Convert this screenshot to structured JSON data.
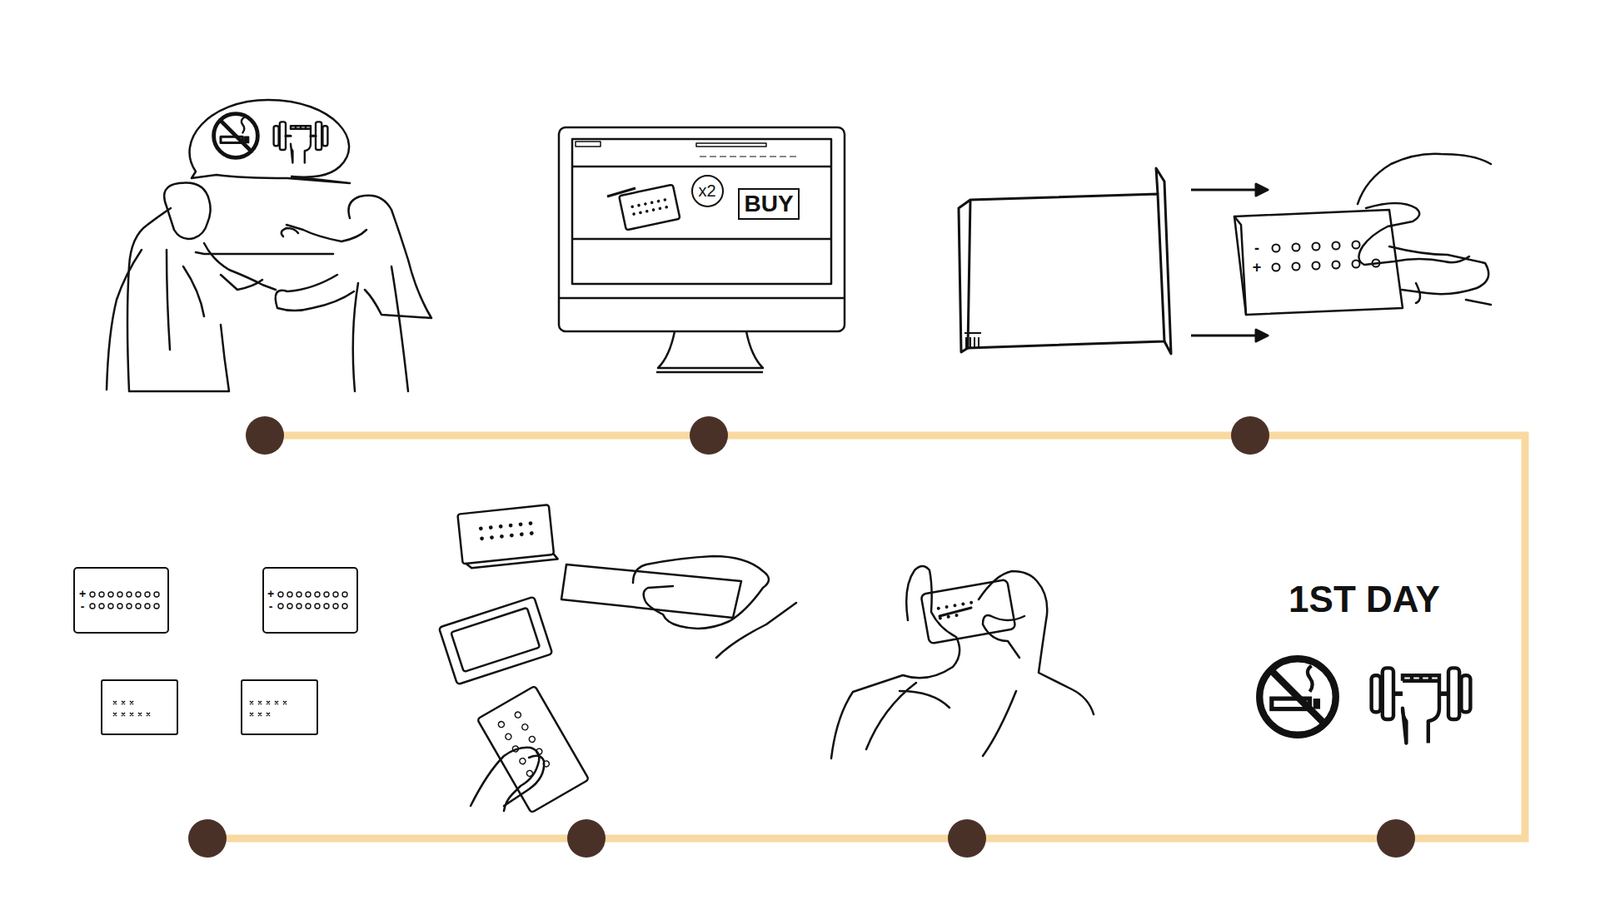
{
  "diagram": {
    "nodes": [
      {
        "text": [
          "x2"
        ]
      },
      {
        "text": [
          "BUY"
        ]
      }
    ],
    "labels": [
      "1ST DAY",
      "-",
      "+",
      "+",
      "-",
      "+",
      "-"
    ]
  }
}
